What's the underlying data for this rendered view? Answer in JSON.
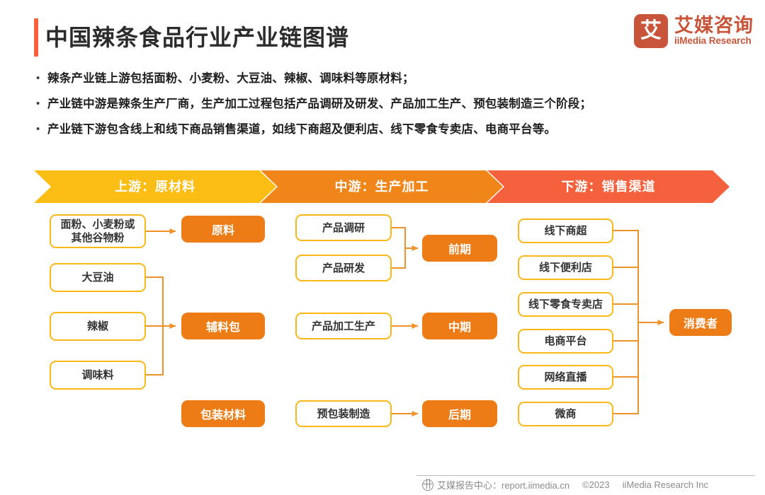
{
  "header": {
    "title": "中国辣条食品行业产业链图谱",
    "accent_color": "#F4613C",
    "logo": {
      "mark_glyph": "艾",
      "cn_name": "艾媒咨询",
      "en_name": "iiMedia Research",
      "color": "#C8553A"
    }
  },
  "bullets": [
    "辣条产业链上游包括面粉、小麦粉、大豆油、辣椒、调味料等原材料；",
    "产业链中游是辣条生产厂商，生产加工过程包括产品调研及研发、产品加工生产、预包装制造三个阶段；",
    "产业链下游包含线上和线下商品销售渠道，如线下商超及便利店、线下零食专卖店、电商平台等。"
  ],
  "bands": [
    {
      "label": "上游：原材料",
      "color": "#FCBD15"
    },
    {
      "label": "中游：生产加工",
      "color": "#F08519"
    },
    {
      "label": "下游：销售渠道",
      "color": "#F4613C"
    }
  ],
  "colors": {
    "box_border": "#FBB718",
    "box_fill": "#FFFFFF",
    "orange_fill": "#EE7C16",
    "connector": "#F0922A",
    "text_dark": "#333333",
    "text_white": "#FFFFFF"
  },
  "upstream": {
    "sources": [
      {
        "label": "面粉、小麦粉或\n其他谷物粉"
      },
      {
        "label": "大豆油"
      },
      {
        "label": "辣椒"
      },
      {
        "label": "调味料"
      }
    ],
    "targets": [
      {
        "label": "原料"
      },
      {
        "label": "辅料包"
      },
      {
        "label": "包装材料"
      }
    ]
  },
  "midstream": {
    "sources": [
      {
        "label": "产品调研"
      },
      {
        "label": "产品研发"
      },
      {
        "label": "产品加工生产"
      },
      {
        "label": "预包装制造"
      }
    ],
    "targets": [
      {
        "label": "前期"
      },
      {
        "label": "中期"
      },
      {
        "label": "后期"
      }
    ]
  },
  "downstream": {
    "channels": [
      {
        "label": "线下商超"
      },
      {
        "label": "线下便利店"
      },
      {
        "label": "线下零食专卖店"
      },
      {
        "label": "电商平台"
      },
      {
        "label": "网络直播"
      },
      {
        "label": "微商"
      }
    ],
    "target": {
      "label": "消费者"
    }
  },
  "footer": {
    "report_center": "艾媒报告中心：report.iimedia.cn",
    "copyright": "©2023",
    "company": "iiMedia Research Inc"
  }
}
